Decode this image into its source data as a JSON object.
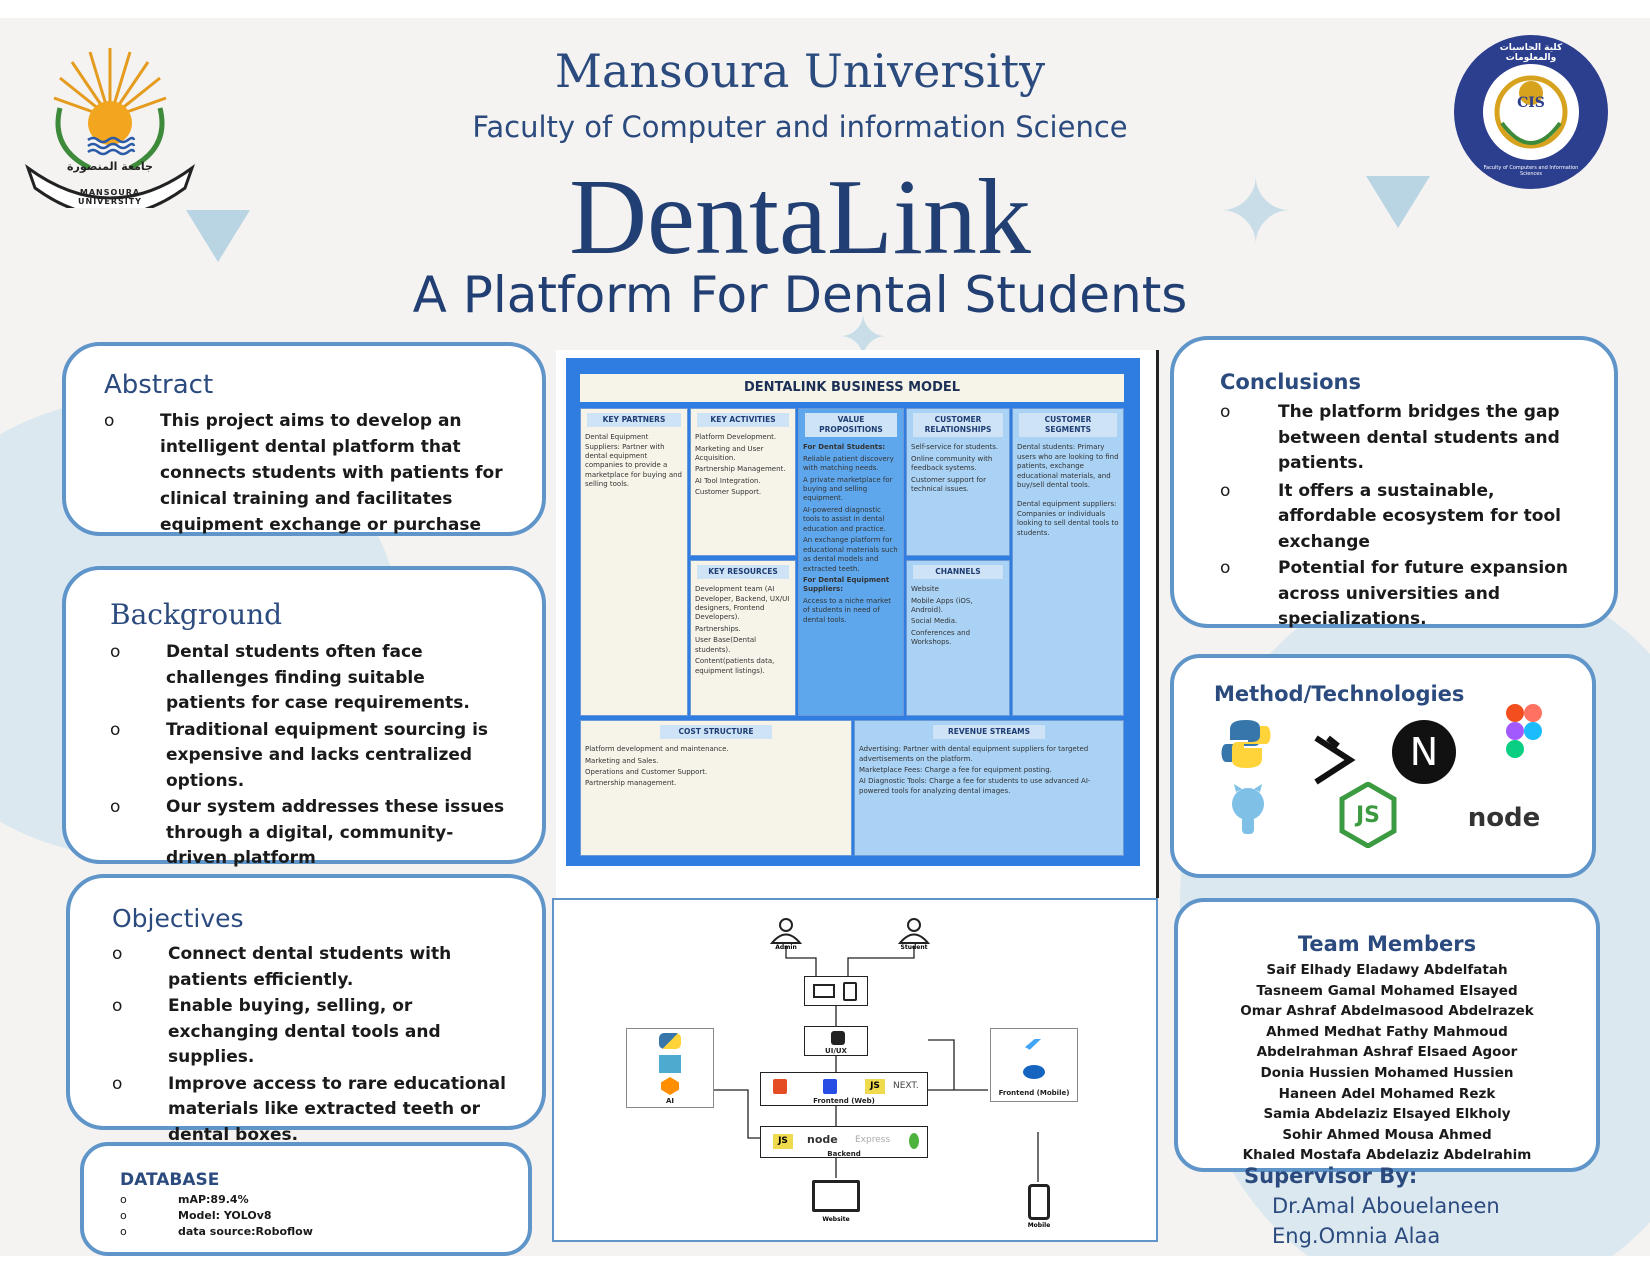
{
  "header": {
    "university": "Mansoura University",
    "faculty": "Faculty of Computer and information Science",
    "title": "DentaLink",
    "subtitle": "A Platform For Dental Students"
  },
  "logos": {
    "left_text_ar": "جامعة المنصورة",
    "left_text_en": "MANSOURA UNIVERSITY",
    "right_text_ar": "كلية الحاسبات والمعلومات",
    "right_text_en": "Faculty of Computers and Information Sciences",
    "right_center": "CIS"
  },
  "abstract": {
    "title": "Abstract",
    "items": [
      "This project aims to develop an intelligent dental platform that connects students with patients for clinical training and facilitates equipment exchange or purchase"
    ]
  },
  "background": {
    "title": "Background",
    "items": [
      "Dental students often face challenges finding suitable patients for case requirements.",
      "Traditional equipment sourcing is expensive and lacks centralized options.",
      "Our system addresses these issues through a digital, community-driven platform"
    ]
  },
  "objectives": {
    "title": "Objectives",
    "items": [
      "Connect dental students with patients efficiently.",
      "Enable buying, selling, or exchanging dental tools and supplies.",
      "Improve access to rare educational materials like extracted teeth or dental boxes."
    ]
  },
  "database": {
    "title": "DATABASE",
    "items": [
      "mAP:89.4%",
      "Model: YOLOv8",
      "data source:Roboflow"
    ]
  },
  "bullet_symbol": "o",
  "business_model": {
    "title": "DENTALINK BUSINESS MODEL",
    "key_partners": {
      "heading": "KEY PARTNERS",
      "items": [
        "Dental Equipment Suppliers: Partner with dental equipment companies to provide a marketplace for buying and selling tools."
      ]
    },
    "key_activities": {
      "heading": "KEY ACTIVITIES",
      "items": [
        "Platform Development.",
        "Marketing and User Acquisition.",
        "Partnership Management.",
        "AI Tool Integration.",
        "Customer Support."
      ]
    },
    "key_resources": {
      "heading": "KEY RESOURCES",
      "items": [
        "Development team (AI Developer, Backend, UX/UI designers, Frontend Developers).",
        "Partnerships.",
        "User Base(Dental students).",
        "Content(patients data, equipment listings)."
      ]
    },
    "value_propositions": {
      "heading": "VALUE PROPOSITIONS",
      "sub1": "For Dental Students:",
      "items1": [
        "Reliable patient discovery with matching needs.",
        "A private marketplace for buying and selling equipment.",
        "AI-powered diagnostic tools to assist in dental education and practice.",
        "An exchange platform for educational materials such as dental models and extracted teeth."
      ],
      "sub2": "For Dental Equipment Suppliers:",
      "items2": [
        "Access to a niche market of students in need of dental tools."
      ]
    },
    "customer_relationships": {
      "heading": "CUSTOMER RELATIONSHIPS",
      "items": [
        "Self-service for students.",
        "Online community with feedback systems.",
        "Customer support for technical issues."
      ]
    },
    "channels": {
      "heading": "CHANNELS",
      "items": [
        "Website",
        "Mobile Apps (iOS, Android).",
        "Social Media.",
        "Conferences and Workshops."
      ]
    },
    "customer_segments": {
      "heading": "CUSTOMER SEGMENTS",
      "items": [
        "Dental students: Primary users who are looking to find patients, exchange educational materials, and buy/sell dental tools.",
        "Dental equipment suppliers: Companies or individuals looking to sell dental tools to students."
      ]
    },
    "cost_structure": {
      "heading": "COST STRUCTURE",
      "items": [
        "Platform development and maintenance.",
        "Marketing and Sales.",
        "Operations and Customer Support.",
        "Partnership management."
      ]
    },
    "revenue_streams": {
      "heading": "REVENUE STREAMS",
      "items": [
        "Advertising: Partner with dental equipment suppliers for targeted advertisements on the platform.",
        "Marketplace Fees: Charge a fee for equipment posting.",
        "AI Diagnostic Tools: Charge a fee for students to use advanced AI-powered tools for analyzing dental images."
      ]
    }
  },
  "architecture": {
    "admin": "Admin",
    "student": "Student",
    "uiux": "UI/UX",
    "ai": "AI",
    "frontend_web": "Frontend (Web)",
    "frontend_mobile": "Frontend (Mobile)",
    "backend": "Backend",
    "website": "Website",
    "mobile": "Mobile",
    "js": "JS",
    "next": "NEXT.",
    "node": "node",
    "express": "Express"
  },
  "conclusions": {
    "title": "Conclusions",
    "items": [
      "The platform bridges the gap between dental students and patients.",
      "It offers a sustainable, affordable ecosystem for tool exchange",
      "Potential for future expansion across universities and specializations."
    ]
  },
  "methods": {
    "title": "Method/Technologies",
    "icons": [
      "python-icon",
      "cursor-icon",
      "nextjs-icon",
      "figma-icon",
      "github-icon",
      "js-icon",
      "node-icon"
    ],
    "nextjs_letter": "N",
    "js_text": "JS",
    "node_text": "node"
  },
  "team": {
    "title": "Team Members",
    "members": [
      "Saif Elhady Eladawy Abdelfatah",
      "Tasneem Gamal Mohamed Elsayed",
      "Omar Ashraf Abdelmasood Abdelrazek",
      "Ahmed Medhat Fathy Mahmoud",
      "Abdelrahman Ashraf Elsaed Agoor",
      "Donia Hussien Mohamed Hussien",
      "Haneen Adel Mohamed Rezk",
      "Samia Abdelaziz Elsayed Elkholy",
      "Sohir Ahmed Mousa Ahmed",
      "Khaled Mostafa Abdelaziz Abdelrahim"
    ]
  },
  "supervisor": {
    "title": "Supervisor By:",
    "names": [
      "Dr.Amal Abouelaneen",
      "Eng.Omnia Alaa"
    ]
  },
  "colors": {
    "navy": "#2b4a7e",
    "panel_border": "#5f95c9",
    "bm_blue": "#2f7de0",
    "bm_light": "#a9d2f5"
  }
}
